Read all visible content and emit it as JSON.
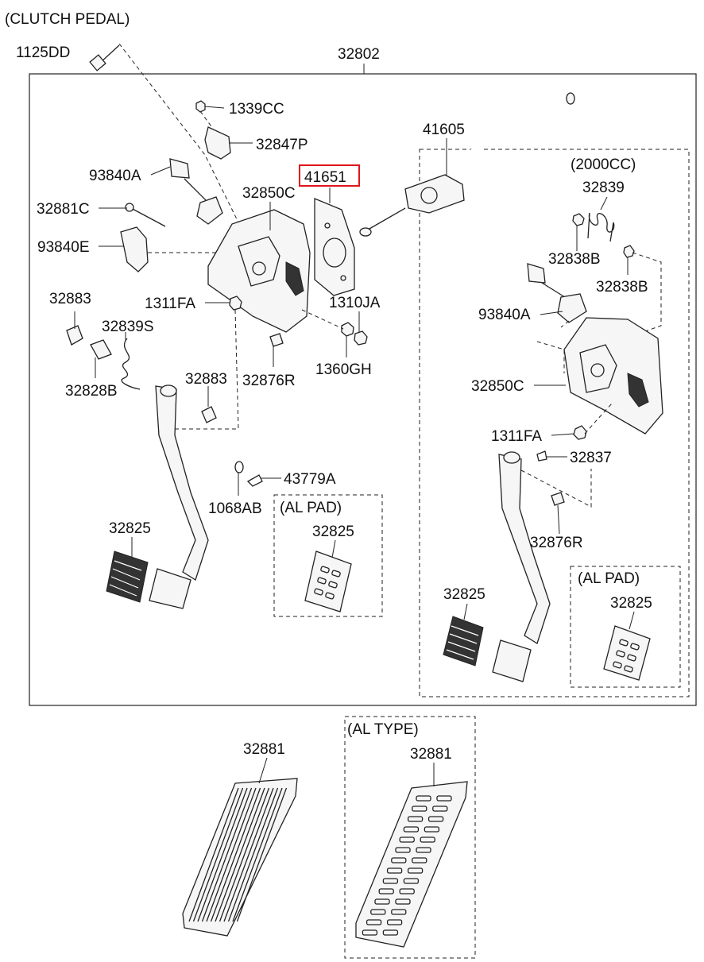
{
  "sections": {
    "clutch_pedal": "(CLUTCH PEDAL)",
    "cc2000": "(2000CC)",
    "al_pad_left": "(AL PAD)",
    "al_pad_right": "(AL PAD)",
    "al_type": "(AL TYPE)"
  },
  "highlight": {
    "color": "#e0151b",
    "part": "41651"
  },
  "parts": {
    "p1125DD": "1125DD",
    "p32802": "32802",
    "p1339CC": "1339CC",
    "p32847P": "32847P",
    "p41605": "41605",
    "p93840A_left": "93840A",
    "p41651": "41651",
    "p32850C_left": "32850C",
    "p32881C": "32881C",
    "p93840E": "93840E",
    "p32883_a": "32883",
    "p1311FA_left": "1311FA",
    "p1310JA": "1310JA",
    "p32839S": "32839S",
    "p32876R_left": "32876R",
    "p1360GH": "1360GH",
    "p32828B": "32828B",
    "p32883_b": "32883",
    "p43779A": "43779A",
    "p1068AB": "1068AB",
    "p32825_left": "32825",
    "p32825_alpad_left": "32825",
    "p32839": "32839",
    "p32838B_a": "32838B",
    "p32838B_b": "32838B",
    "p93840A_right": "93840A",
    "p32850C_right": "32850C",
    "p1311FA_right": "1311FA",
    "p32837": "32837",
    "p32876R_right": "32876R",
    "p32825_right": "32825",
    "p32825_alpad_right": "32825",
    "p32881": "32881",
    "p32881_altype": "32881"
  }
}
